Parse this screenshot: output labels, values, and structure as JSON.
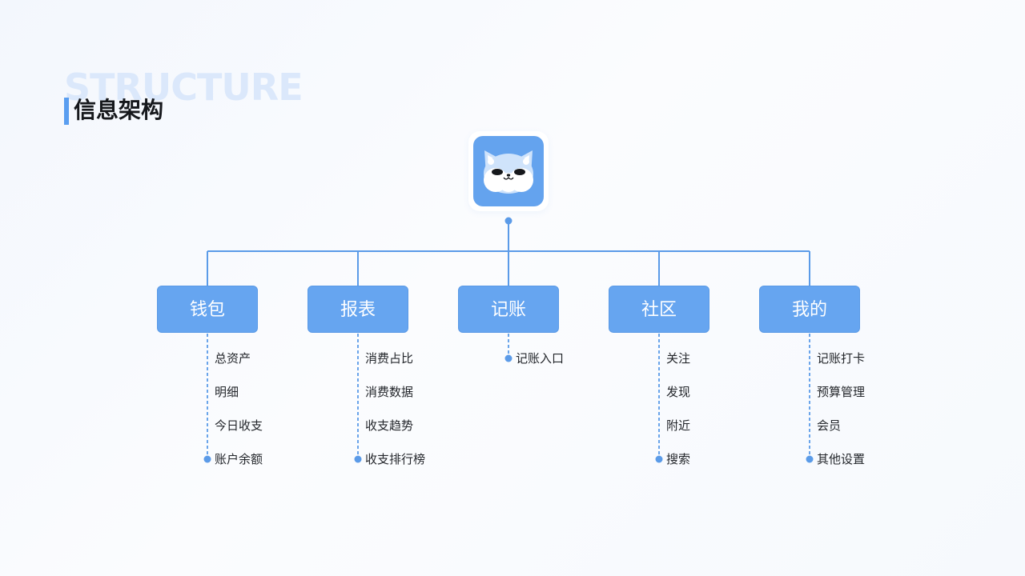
{
  "header": {
    "background_word": "STRUCTURE",
    "title": "信息架构"
  },
  "root": {
    "icon": "cat-face-app-icon"
  },
  "colors": {
    "accent": "#5a9ef0",
    "node_fill": "#66a5f0",
    "connector": "#5b9be8",
    "text_dark": "#23262b"
  },
  "categories": [
    {
      "label": "钱包",
      "items": [
        "总资产",
        "明细",
        "今日收支",
        "账户余额"
      ]
    },
    {
      "label": "报表",
      "items": [
        "消费占比",
        "消费数据",
        "收支趋势",
        "收支排行榜"
      ]
    },
    {
      "label": "记账",
      "items": [
        "记账入口"
      ]
    },
    {
      "label": "社区",
      "items": [
        "关注",
        "发现",
        "附近",
        "搜索"
      ]
    },
    {
      "label": "我的",
      "items": [
        "记账打卡",
        "预算管理",
        "会员",
        "其他设置"
      ]
    }
  ]
}
